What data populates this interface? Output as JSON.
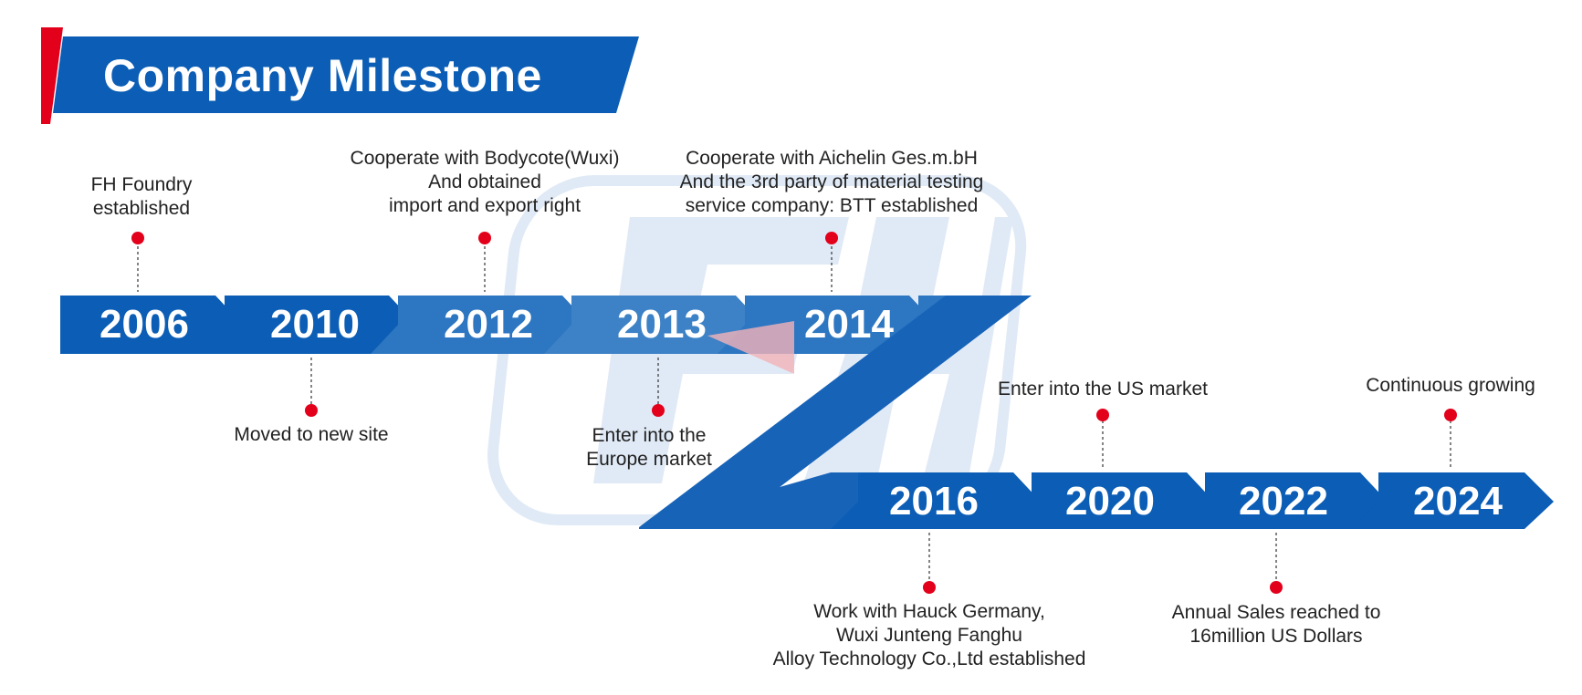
{
  "header": {
    "title": "Company Milestone",
    "bar_color": "#0b5db5",
    "accent_color": "#e3001b"
  },
  "colors": {
    "arrow_blue": "#0b5db5",
    "arrow_blue_faded": "#3d82c6",
    "dot_red": "#e3001b",
    "watermark": "#d6e4f3"
  },
  "watermark": {
    "icon": "fh-logo-watermark-icon"
  },
  "timeline": {
    "upper_row": [
      {
        "year": "2006"
      },
      {
        "year": "2010"
      },
      {
        "year": "2012"
      },
      {
        "year": "2013"
      },
      {
        "year": "2014"
      }
    ],
    "lower_row": [
      {
        "year": "2016"
      },
      {
        "year": "2020"
      },
      {
        "year": "2022"
      },
      {
        "year": "2024"
      }
    ]
  },
  "milestones": {
    "m2006": {
      "lines": [
        "FH Foundry",
        "established"
      ]
    },
    "m2010": {
      "lines": [
        "Moved to new site"
      ]
    },
    "m2012": {
      "lines": [
        "Cooperate with Bodycote(Wuxi)",
        "And obtained",
        "import and export right"
      ]
    },
    "m2013": {
      "lines": [
        "Enter into the",
        "Europe market"
      ]
    },
    "m2014": {
      "lines": [
        "Cooperate with Aichelin Ges.m.bH",
        "And the 3rd party of material testing",
        "service company: BTT established"
      ]
    },
    "m2016": {
      "lines": [
        "Work with Hauck Germany,",
        "Wuxi Junteng Fanghu",
        "Alloy Technology Co.,Ltd established"
      ]
    },
    "m2020": {
      "lines": [
        "Enter into the US market"
      ]
    },
    "m2022": {
      "lines": [
        "Annual  Sales reached to",
        "16million US Dollars"
      ]
    },
    "m2024": {
      "lines": [
        "Continuous growing"
      ]
    }
  }
}
